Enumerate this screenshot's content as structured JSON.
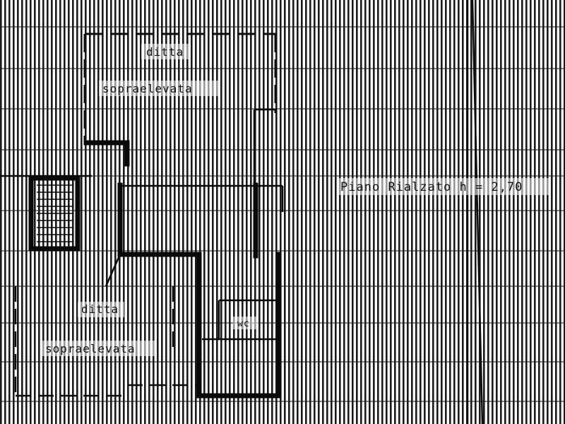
{
  "labels": {
    "ditta_top": "ditta",
    "sopraelevata_top": "sopraelevata",
    "ditta_bottom": "ditta",
    "sopraelevata_bottom": "sopraelevata",
    "floor_title": "Piano Rialzato h = 2,70",
    "wc": "wc"
  },
  "colors": {
    "ink": "#111111",
    "paper": "#ffffff"
  }
}
